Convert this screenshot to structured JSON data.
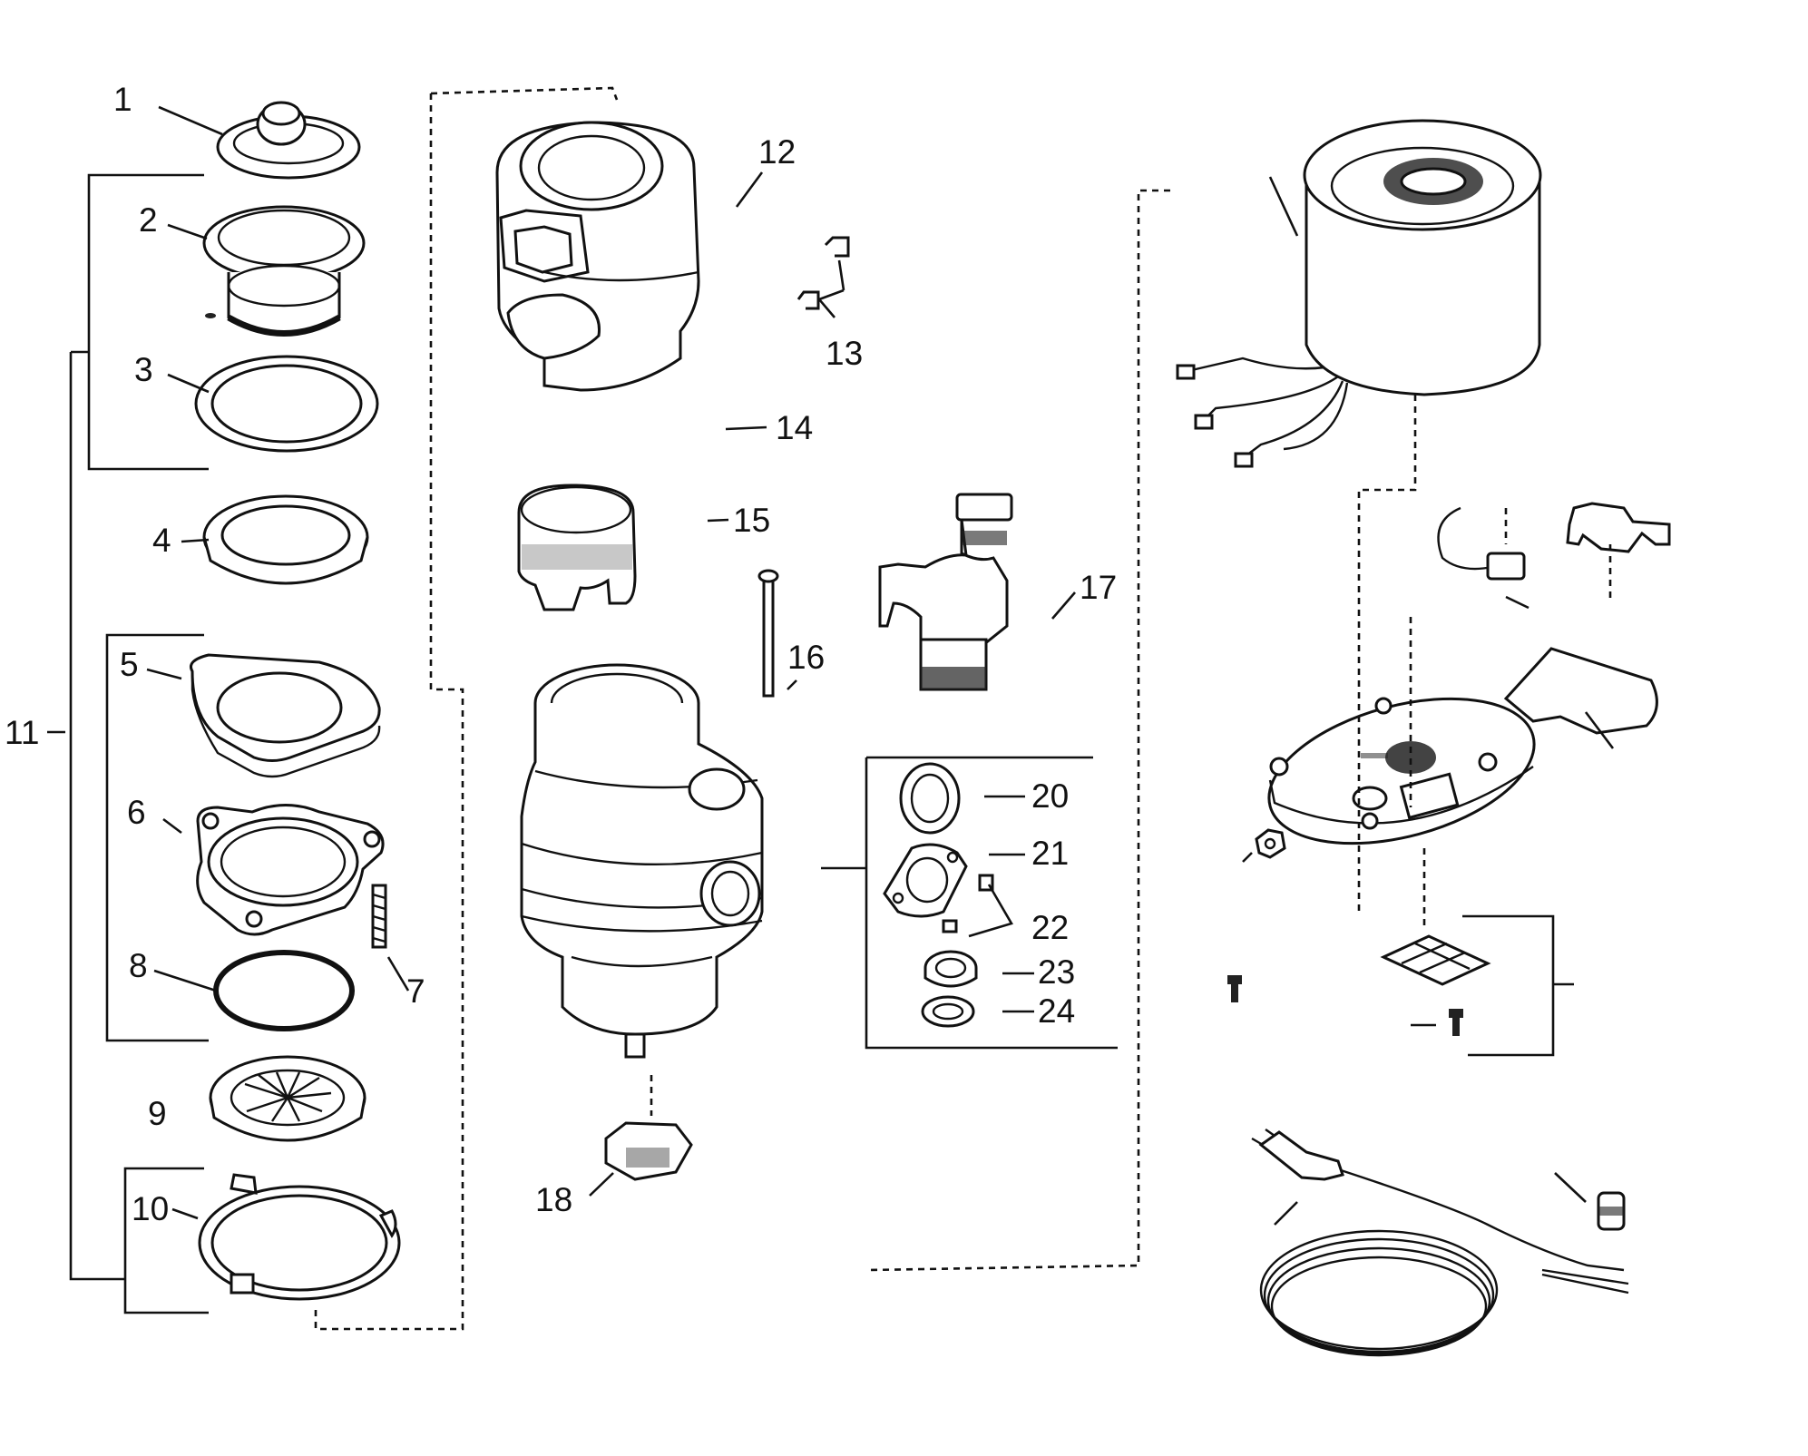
{
  "labels": {
    "p1": "1",
    "p2": "2",
    "p3": "3",
    "p4": "4",
    "p5": "5",
    "p6": "6",
    "p7": "7",
    "p8": "8",
    "p9": "9",
    "p10": "10",
    "p11": "11",
    "p12": "12",
    "p13": "13",
    "p14": "14",
    "p15": "15",
    "p16": "16",
    "p17": "17",
    "p18": "18",
    "p20": "20",
    "p21": "21",
    "p22": "22",
    "p23": "23",
    "p24": "24"
  },
  "icons": [
    "stopper-icon",
    "sink-flange-icon",
    "fiber-gasket-icon",
    "backup-ring-icon",
    "cushion-mount-icon",
    "mounting-ring-icon",
    "screw-icon",
    "snap-ring-icon",
    "splash-baffle-icon",
    "mount-ring-icon",
    "hopper-icon",
    "clip-icon",
    "sleeve-icon",
    "bolt-icon",
    "discharge-elbow-icon",
    "grind-housing-icon",
    "wrench-icon",
    "gasket-icon",
    "flange-icon",
    "motor-stator-icon",
    "end-bell-plate-icon",
    "switch-icon",
    "power-cord-icon",
    "nut-icon"
  ]
}
